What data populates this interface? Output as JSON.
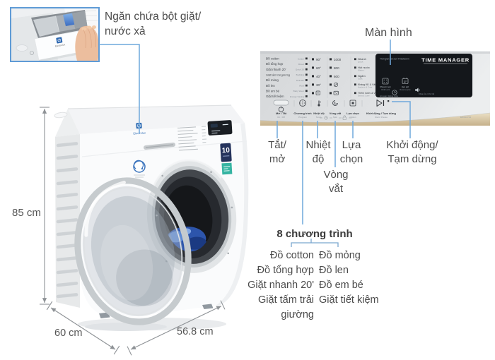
{
  "annotations": {
    "drawer": {
      "line1": "Ngăn chứa bột giặt/",
      "line2": "nước xả"
    },
    "screen": "Màn hình",
    "power": {
      "line1": "Tắt/",
      "line2": "mở"
    },
    "temperature": {
      "line1": "Nhiệt",
      "line2": "độ"
    },
    "spin": {
      "line1": "Vòng",
      "line2": "vắt"
    },
    "option": {
      "line1": "Lựa",
      "line2": "chọn"
    },
    "start": {
      "line1": "Khởi động/",
      "line2": "Tạm dừng"
    },
    "programs": {
      "title": "8 chương trình",
      "col1": [
        "Đồ cotton",
        "Đồ tổng hợp",
        "Giặt nhanh 20'",
        "Giặt tấm trải giường"
      ],
      "col2": [
        "Đồ mỏng",
        "Đồ len",
        "Đồ em bé",
        "Giặt tiết kiệm"
      ]
    }
  },
  "dimensions": {
    "height": "85 cm",
    "depth": "60 cm",
    "width": "56.8 cm"
  },
  "panel": {
    "programs": [
      {
        "vn": "Đồ cotton",
        "en": "Cotton"
      },
      {
        "vn": "Đồ tổng hợp",
        "en": "Mixed"
      },
      {
        "vn": "Giặt nhanh 20'",
        "en": "Quick 20"
      },
      {
        "vn": "Giặt tấm trải giường",
        "en": "Bedding"
      },
      {
        "vn": "Đồ mỏng",
        "en": "Delicate"
      },
      {
        "vn": "Đồ len",
        "en": "Wool"
      },
      {
        "vn": "Đồ em bé",
        "en": "Baby Wear"
      },
      {
        "vn": "Giặt tiết kiệm",
        "en": "Energy Saving"
      }
    ],
    "temperatures": [
      "90°",
      "60°",
      "40°",
      "30°"
    ],
    "spins": [
      "1000",
      "800",
      "600"
    ],
    "options": [
      {
        "vn": "Nhanh",
        "en": "Quick"
      },
      {
        "vn": "Hút nước",
        "en": "Water+"
      },
      {
        "vn": "Ngâm",
        "en": "Soak"
      },
      {
        "vn": "Kháng KK & Vải",
        "en": "Hygiene & Care"
      },
      {
        "vn": "Thêm nước & Vải",
        "en": "Extra & Care"
      }
    ],
    "display": {
      "time_label": "Thời gian còn lại / Finished in",
      "title": "TIME MANAGER",
      "child_lock_vn": "Khóa trẻ em",
      "child_lock_en": "Child Lock",
      "reserve_vn": "Hẹn giờ",
      "reserve_en": "Reserve plus",
      "door_label": "Khóa cửa / Chờ tắt",
      "bottom_label": "An toàn / Đóng Cửa"
    },
    "buttons": [
      {
        "vn": "Mở / Tắt",
        "en": "On / Off"
      },
      {
        "vn": "Chương trình",
        "en": "Program"
      },
      {
        "vn": "Nhiệt độ",
        "en": "Temp."
      },
      {
        "vn": "Vòng vắt",
        "en": "Spin"
      },
      {
        "vn": "Lựa chọn",
        "en": "Option"
      },
      {
        "vn": "Khởi động / Tạm dừng",
        "en": "Start / Pause"
      }
    ],
    "model": "EWF10744"
  },
  "machine": {
    "brand": "Electrolux",
    "badge": "10"
  },
  "colors": {
    "accent_blue": "#6fa8dc",
    "photo_border_blue": "#5f9bd6",
    "display_bg": "#14171b",
    "label_text": "#4d4d4d"
  }
}
